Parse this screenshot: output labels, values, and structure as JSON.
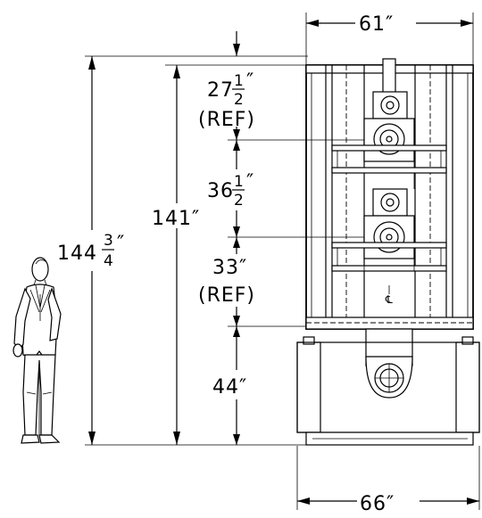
{
  "dimensions": {
    "top_width": "61″",
    "bottom_width": "66″",
    "total_height_whole": "144",
    "total_height_num": "3",
    "total_height_den": "4",
    "frame_height": "141″",
    "seg1_whole": "27",
    "seg1_num": "1",
    "seg1_den": "2",
    "seg1_unit": "″",
    "seg1_ref": "(REF)",
    "seg2_whole": "36",
    "seg2_num": "1",
    "seg2_den": "2",
    "seg2_unit": "″",
    "seg3_value": "33″",
    "seg3_ref": "(REF)",
    "seg4_value": "44″",
    "total_height_unit": "″"
  },
  "centerline_mark": "℄"
}
